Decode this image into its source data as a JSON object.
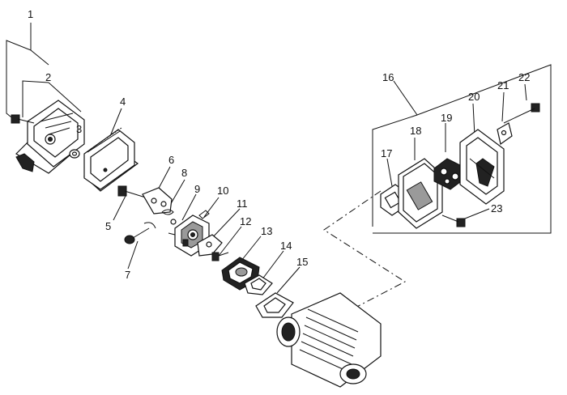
{
  "callouts": {
    "c1": "1",
    "c2": "2",
    "c3": "3",
    "c4": "4",
    "c5": "5",
    "c6": "6",
    "c7": "7",
    "c8": "8",
    "c9": "9",
    "c10": "10",
    "c11": "11",
    "c12": "12",
    "c13": "13",
    "c14": "14",
    "c15": "15",
    "c16": "16",
    "c17": "17",
    "c18": "18",
    "c19": "19",
    "c20": "20",
    "c21": "21",
    "c22": "22",
    "c23": "23"
  },
  "colors": {
    "line": "#111111",
    "shade": "#9a9a9a",
    "dark": "#222222",
    "background": "#ffffff"
  }
}
